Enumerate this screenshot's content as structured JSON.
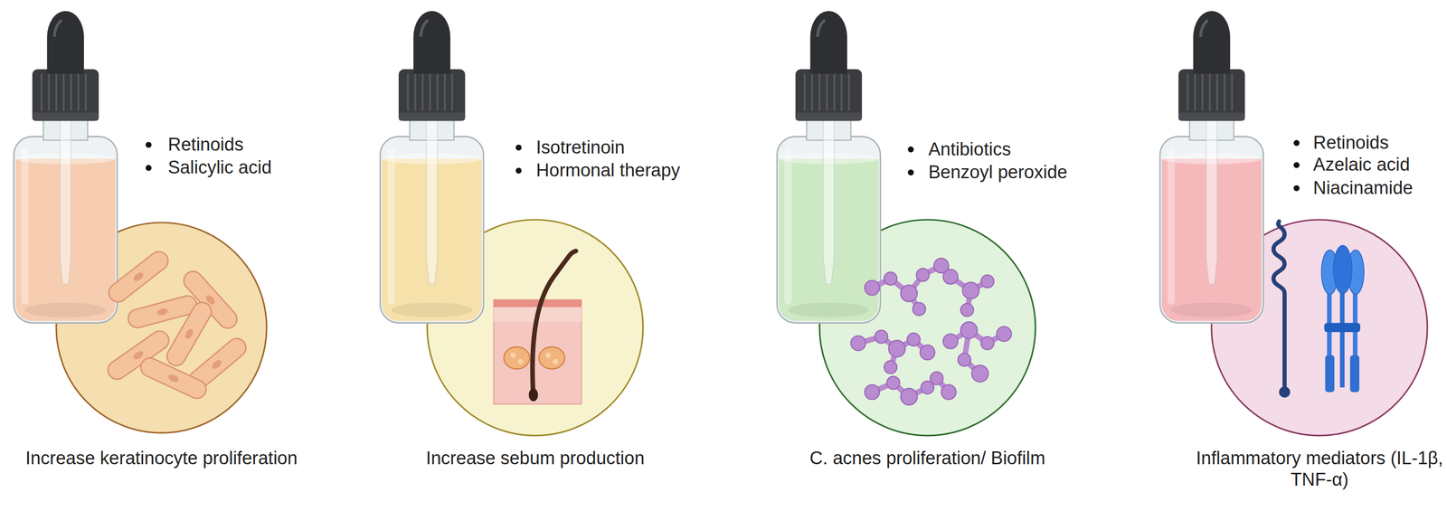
{
  "diagram": {
    "nodes": [
      {
        "text": [
          "Increase keratinocyte proliferation"
        ]
      },
      {
        "text": [
          "Increase sebum production"
        ]
      },
      {
        "text": [
          "C. acnes proliferation/ Biofilm"
        ]
      },
      {
        "text": [
          "Inflammatory mediators (IL-1β, TNF-α)"
        ]
      }
    ],
    "labels": [
      "Retinoids",
      "Salicylic acid",
      "Isotretinoin",
      "Hormonal therapy",
      "Antibiotics",
      "Benzoyl peroxide",
      "Retinoids",
      "Azelaic acid",
      "Niacinamide"
    ]
  }
}
